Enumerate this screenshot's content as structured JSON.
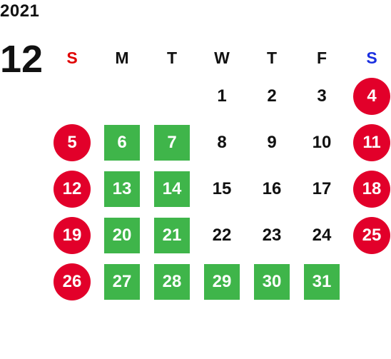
{
  "calendar": {
    "year": "2021",
    "month": "12",
    "weekday_headers": [
      "S",
      "M",
      "T",
      "W",
      "T",
      "F",
      "S"
    ],
    "colors": {
      "sunday_header": "#e00000",
      "saturday_header": "#1a2fe0",
      "weekend_circle": "#e2002a",
      "holiday_square": "#3fb54a"
    },
    "weeks": [
      [
        {
          "day": "",
          "style": "empty"
        },
        {
          "day": "",
          "style": "empty"
        },
        {
          "day": "",
          "style": "empty"
        },
        {
          "day": "1",
          "style": "plain"
        },
        {
          "day": "2",
          "style": "plain"
        },
        {
          "day": "3",
          "style": "plain"
        },
        {
          "day": "4",
          "style": "red"
        }
      ],
      [
        {
          "day": "5",
          "style": "red"
        },
        {
          "day": "6",
          "style": "green"
        },
        {
          "day": "7",
          "style": "green"
        },
        {
          "day": "8",
          "style": "plain"
        },
        {
          "day": "9",
          "style": "plain"
        },
        {
          "day": "10",
          "style": "plain"
        },
        {
          "day": "11",
          "style": "red"
        }
      ],
      [
        {
          "day": "12",
          "style": "red"
        },
        {
          "day": "13",
          "style": "green"
        },
        {
          "day": "14",
          "style": "green"
        },
        {
          "day": "15",
          "style": "plain"
        },
        {
          "day": "16",
          "style": "plain"
        },
        {
          "day": "17",
          "style": "plain"
        },
        {
          "day": "18",
          "style": "red"
        }
      ],
      [
        {
          "day": "19",
          "style": "red"
        },
        {
          "day": "20",
          "style": "green"
        },
        {
          "day": "21",
          "style": "green"
        },
        {
          "day": "22",
          "style": "plain"
        },
        {
          "day": "23",
          "style": "plain"
        },
        {
          "day": "24",
          "style": "plain"
        },
        {
          "day": "25",
          "style": "red"
        }
      ],
      [
        {
          "day": "26",
          "style": "red"
        },
        {
          "day": "27",
          "style": "green"
        },
        {
          "day": "28",
          "style": "green"
        },
        {
          "day": "29",
          "style": "green"
        },
        {
          "day": "30",
          "style": "green"
        },
        {
          "day": "31",
          "style": "green"
        },
        {
          "day": "",
          "style": "empty"
        }
      ]
    ]
  }
}
